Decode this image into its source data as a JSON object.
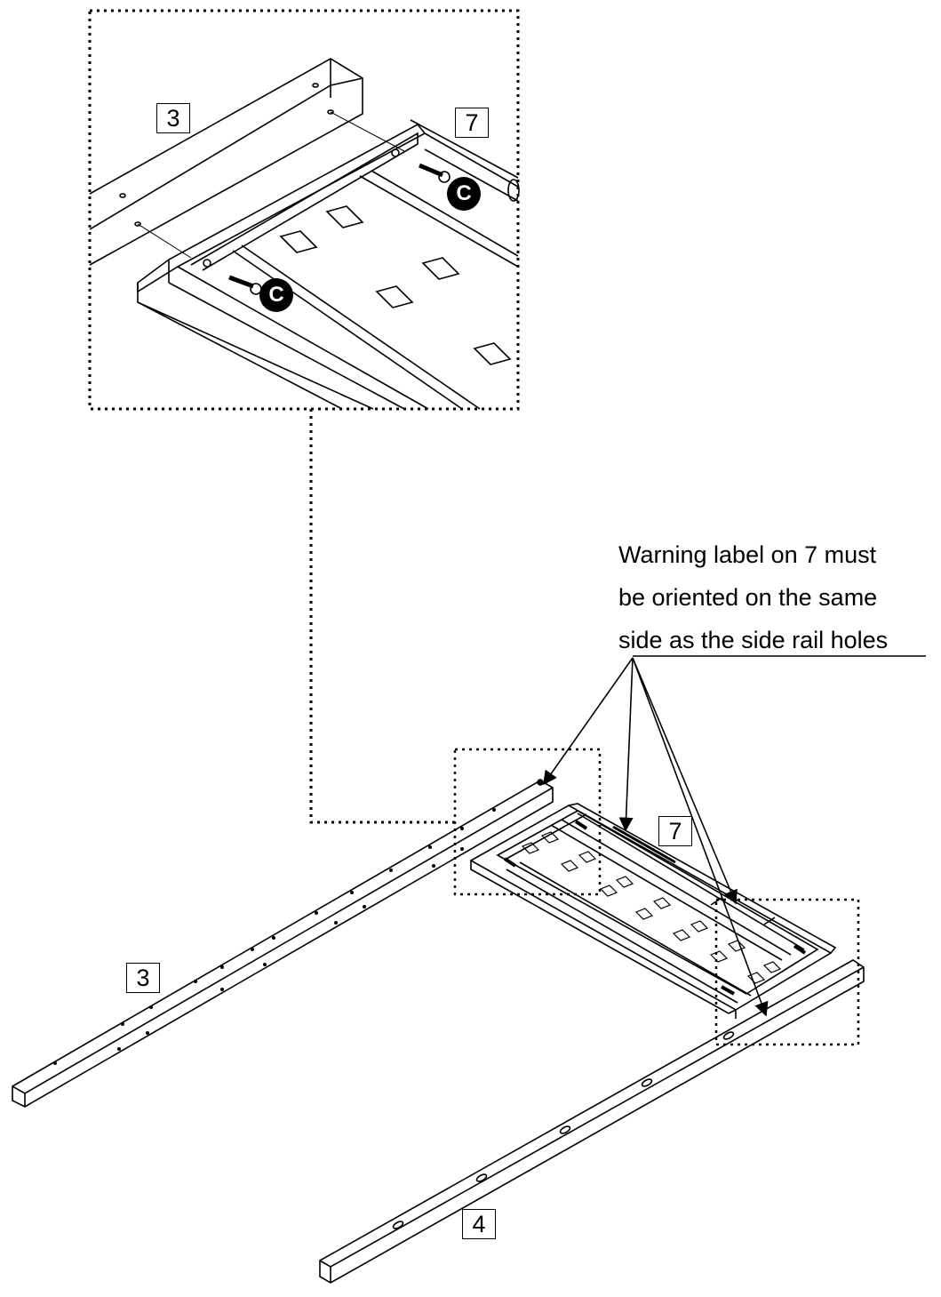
{
  "labels": {
    "detail_rail": "3",
    "detail_slat_panel": "7",
    "main_rail_left": "3",
    "main_slat_panel": "7",
    "main_rail_right": "4"
  },
  "hardware": {
    "bolt_top": "C",
    "bolt_bottom": "C"
  },
  "callout": {
    "lines": [
      "Warning label on 7 must",
      "be oriented on the same",
      "side as the side rail holes"
    ]
  }
}
